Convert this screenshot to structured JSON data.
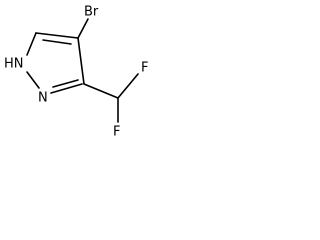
{
  "molecule": {
    "atoms": {
      "br": "Br",
      "nh": "HN",
      "n": "N",
      "f_top": "F",
      "f_bottom": "F"
    }
  }
}
